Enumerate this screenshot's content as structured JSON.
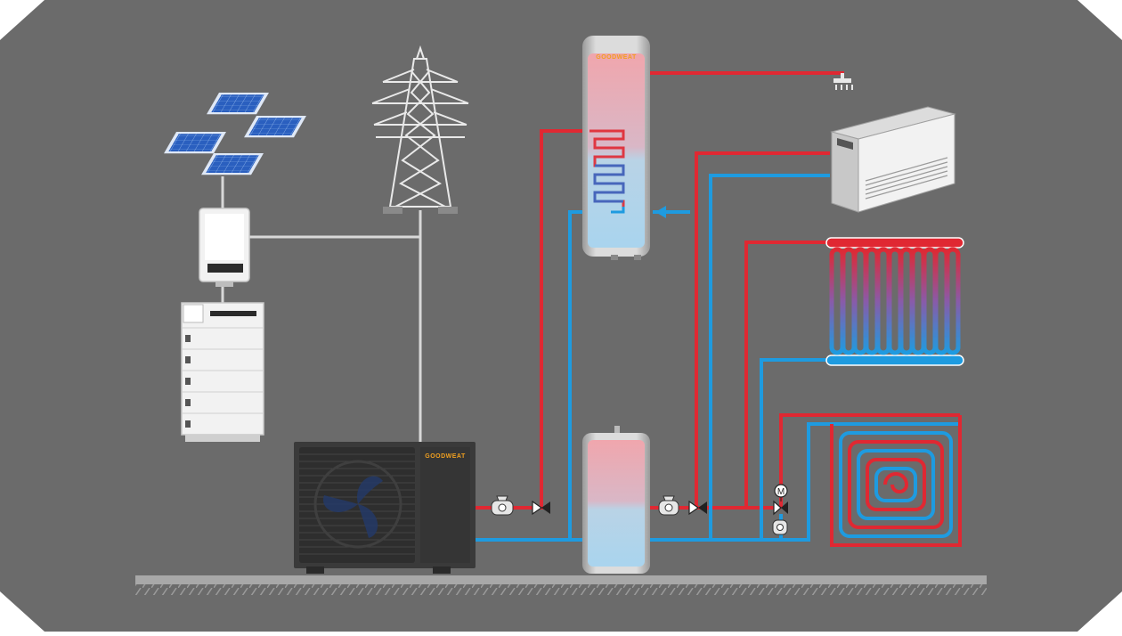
{
  "brand": {
    "tank_logo": "GOODWEAT",
    "heatpump_logo": "GOODWEAT"
  },
  "components": {
    "solar_panels": {
      "icon": "solar-panel-icon"
    },
    "inverter": {
      "icon": "inverter-icon"
    },
    "battery": {
      "icon": "battery-stack-icon"
    },
    "pylon": {
      "icon": "power-pylon-icon"
    },
    "heat_pump": {
      "icon": "heat-pump-icon"
    },
    "dhw_tank": {
      "icon": "hot-water-tank-icon"
    },
    "buffer_tank": {
      "icon": "buffer-tank-icon"
    },
    "shower": {
      "icon": "shower-head-icon"
    },
    "fan_coil": {
      "icon": "fan-coil-icon"
    },
    "radiator": {
      "icon": "radiator-icon"
    },
    "floor_heating": {
      "icon": "floor-heating-icon"
    },
    "mixing_valve": {
      "label": "M"
    }
  },
  "colors": {
    "background": "#6b6b6b",
    "frame": "#ffffff",
    "hot_pipe": "#e02832",
    "cold_pipe": "#1e9be0",
    "power_line": "#d8d8d8",
    "ground": "#9a9a9a",
    "logo": "#f0a020"
  }
}
